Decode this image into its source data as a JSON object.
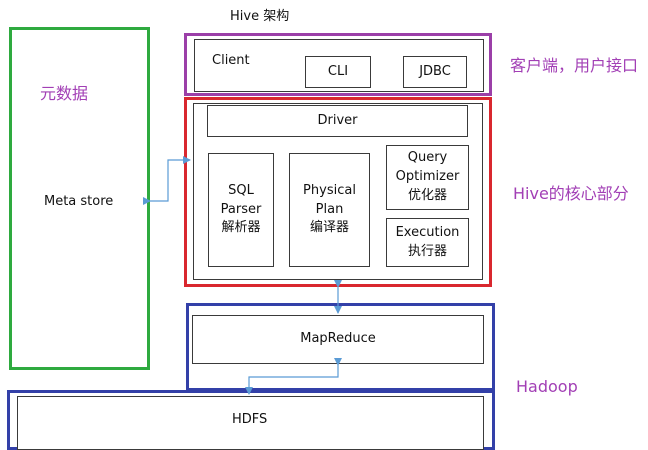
{
  "title": "Hive 架构",
  "metastore": {
    "side_label": "元数据",
    "box_label": "Meta store"
  },
  "client_layer": {
    "title": "Client",
    "cli": "CLI",
    "jdbc": "JDBC",
    "annotation": "客户端，用户接口"
  },
  "core": {
    "driver": "Driver",
    "sql_parser": "SQL\nParser\n解析器",
    "physical_plan": "Physical\nPlan\n编译器",
    "query_optimizer": "Query\nOptimizer\n优化器",
    "execution": "Execution\n执行器",
    "annotation": "Hive的核心部分"
  },
  "hadoop": {
    "mapreduce": "MapReduce",
    "hdfs": "HDFS",
    "annotation": "Hadoop"
  },
  "colors": {
    "metastore_border": "#2eaa3f",
    "client_border": "#9b3fa8",
    "core_border": "#d9272e",
    "hadoop_border": "#3340a8",
    "annotation_text": "#a23fb5",
    "arrow": "#5b9bd5"
  }
}
